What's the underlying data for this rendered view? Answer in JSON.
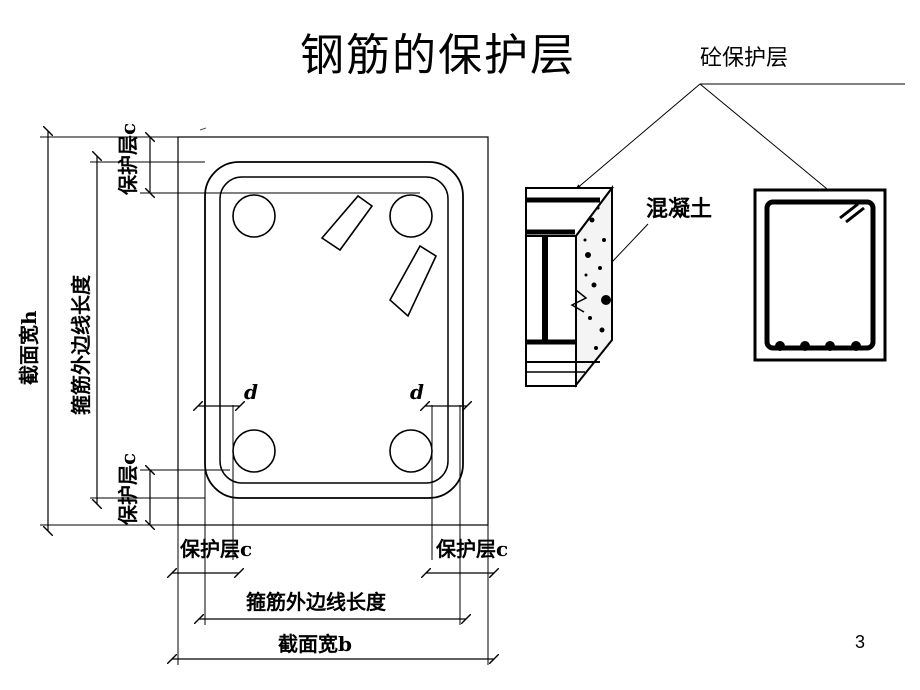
{
  "slide": {
    "title": "钢筋的保护层",
    "cover_label": "砼保护层",
    "concrete_label": "混凝土",
    "page_number": "3"
  },
  "section_diagram": {
    "cover_top": "保护层c",
    "cover_bottom": "保护层c",
    "section_height": "截面宽h",
    "stirrup_height": "箍筋外边线长度",
    "bar_dia_left": "d",
    "bar_dia_right": "d",
    "cover_left": "保护层c",
    "cover_right": "保护层c",
    "stirrup_width": "箍筋外边线长度",
    "section_width": "截面宽b"
  }
}
